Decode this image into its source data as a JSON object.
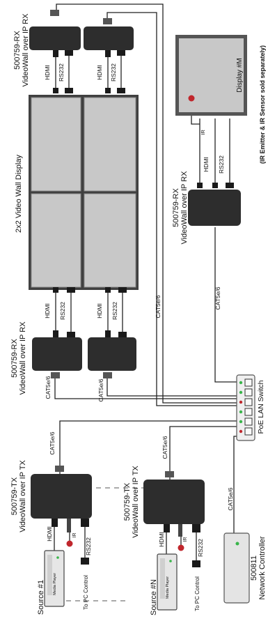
{
  "rx_unit": {
    "model": "500759-RX",
    "desc": "VideoWall over IP RX"
  },
  "tx_unit": {
    "model": "500759-TX",
    "desc": "VideoWall over IP TX"
  },
  "wall_title": "2x2 Video Wall Display",
  "display_m": "Display #M",
  "ir_note": "(IR Emitter & IR Sensor sold separately)",
  "switch_label": "PoE LAN Switch",
  "controller": {
    "model": "500811",
    "desc": "Network Controller"
  },
  "source1": "Source #1",
  "sourceN": "Source #N",
  "media_player": "Media Player",
  "pc_control": "To PC Control",
  "ports": {
    "hdmi": "HDMI",
    "rs232": "RS232",
    "ir": "IR",
    "cat": "CAT5e/6"
  },
  "colors": {
    "device": "#2d2d2d",
    "screen": "#c8c8c8",
    "bezel": "#404040",
    "green_led": "#39b54a",
    "red_led": "#c0262c"
  }
}
